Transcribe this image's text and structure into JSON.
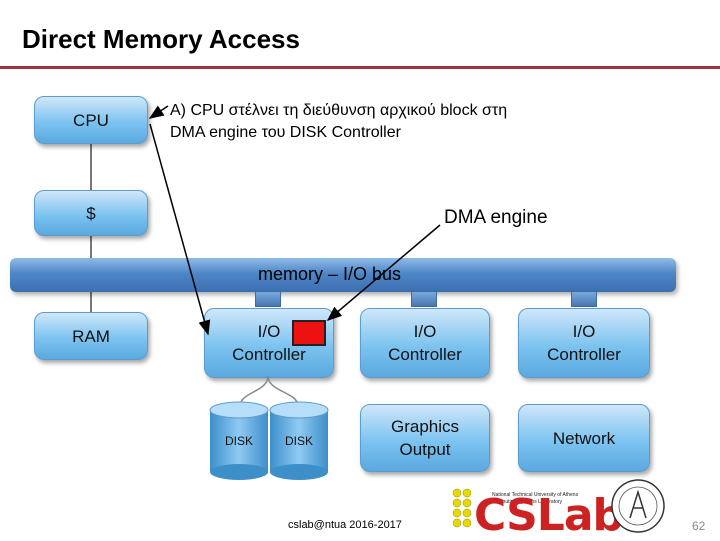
{
  "title": "Direct Memory Access",
  "note": {
    "line1": "A) CPU στέλνει τη διεύθυνση αρχικού block στη",
    "line2": "DMA engine του DISK Controller"
  },
  "cpu": "CPU",
  "cache": "$",
  "ram": "RAM",
  "bus": "memory – I/O bus",
  "dma_engine": "DMA engine",
  "controllers": [
    {
      "line1": "I/O",
      "line2": "Controller"
    },
    {
      "line1": "I/O",
      "line2": "Controller"
    },
    {
      "line1": "I/O",
      "line2": "Controller"
    }
  ],
  "disks": [
    "DISK",
    "DISK"
  ],
  "graphics": {
    "line1": "Graphics",
    "line2": "Output"
  },
  "network": "Network",
  "footer": "cslab@ntua 2016-2017",
  "page_number": "62",
  "logo": {
    "text": "CSLab",
    "subtitle1": "National Technical University of Athens",
    "subtitle2": "Computing Systems Laboratory"
  },
  "colors": {
    "box_fill": "#7cc3f0",
    "bus_fill": "#4f86c6",
    "title_rule": "#a0303a",
    "dma_marker": "#ee1111",
    "logo_red": "#cc2222",
    "logo_yellow": "#f2e600"
  }
}
